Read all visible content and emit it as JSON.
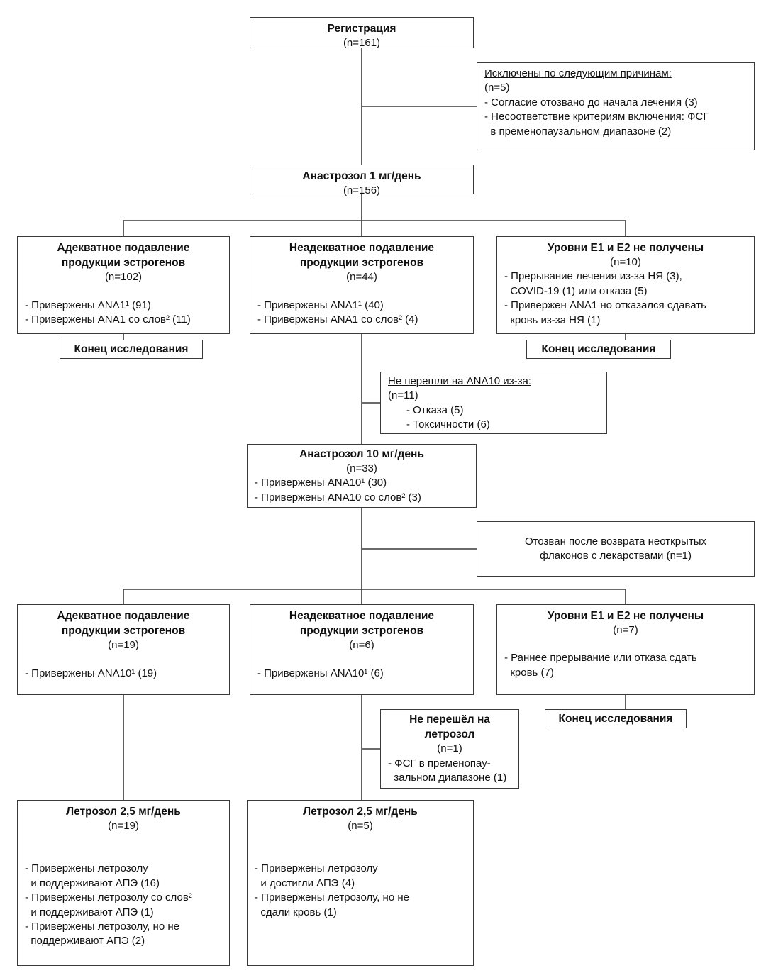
{
  "colors": {
    "line": "#3a3a3a",
    "box_border": "#3a3a3a",
    "background": "#ffffff",
    "text": "#111111"
  },
  "boxes": {
    "registration": {
      "title": "Регистрация",
      "n": "(n=161)"
    },
    "excluded": {
      "title": "Исключены по следующим причинам:",
      "n": "(n=5)",
      "items": [
        "- Согласие отозвано до начала лечения (3)",
        "- Несоответствие критериям включения: ФСГ\n  в пременопаузальном диапазоне (2)"
      ]
    },
    "ana1": {
      "title": "Анастрозол 1 мг/день",
      "n": "(n=156)"
    },
    "adequate1": {
      "title": "Адекватное подавление\nпродукции эстрогенов",
      "n": "(n=102)",
      "items": [
        "- Привержены ANA1¹ (91)",
        "- Привержены ANA1 со слов² (11)"
      ]
    },
    "inadequate1": {
      "title": "Неадекватное подавление\nпродукции эстрогенов",
      "n": "(n=44)",
      "items": [
        "- Привержены ANA1¹ (40)",
        "- Привержены ANA1 со слов² (4)"
      ]
    },
    "nolevels1": {
      "title": "Уровни Е1 и Е2 не получены",
      "n": "(n=10)",
      "items": [
        "- Прерывание лечения из-за НЯ (3),\n  COVID-19 (1) или отказа (5)",
        "- Привержен ANA1 но отказался сдавать\n  кровь из-за НЯ (1)"
      ]
    },
    "end1_left": {
      "label": "Конец исследования"
    },
    "end1_right": {
      "label": "Конец исследования"
    },
    "switch_refuse": {
      "title": "Не перешли на ANA10 из-за:",
      "n": "(n=11)",
      "items": [
        "- Отказа (5)",
        "- Токсичности (6)"
      ]
    },
    "ana10": {
      "title": "Анастрозол 10 мг/день",
      "n": "(n=33)",
      "items": [
        "- Привержены ANA10¹ (30)",
        "- Привержены ANA10 со слов² (3)"
      ]
    },
    "withdrawn": {
      "text": "Отозван после возврата неоткрытых\nфлаконов с лекарствами (n=1)"
    },
    "adequate2": {
      "title": "Адекватное подавление\nпродукции эстрогенов",
      "n": "(n=19)",
      "items": [
        "- Привержены ANA10¹ (19)"
      ]
    },
    "inadequate2": {
      "title": "Неадекватное подавление\nпродукции эстрогенов",
      "n": "(n=6)",
      "items": [
        "- Привержены ANA10¹ (6)"
      ]
    },
    "nolevels2": {
      "title": "Уровни Е1 и Е2 не получены",
      "n": "(n=7)",
      "items": [
        "- Раннее прерывание или отказа сдать\n  кровь (7)"
      ]
    },
    "end2_right": {
      "label": "Конец исследования"
    },
    "no_letrozole": {
      "title": "Не перешёл на\nлетрозол",
      "n": "(n=1)",
      "items": [
        "- ФСГ в пременопау-\n  зальном диапазоне (1)"
      ]
    },
    "letrozole_left": {
      "title": "Летрозол 2,5 мг/день",
      "n": "(n=19)",
      "items": [
        "- Привержены летрозолу\n  и поддерживают АПЭ (16)",
        "- Привержены летрозолу со слов²\n  и поддерживают АПЭ (1)",
        "- Привержены летрозолу, но не\n  поддерживают АПЭ (2)"
      ]
    },
    "letrozole_mid": {
      "title": "Летрозол 2,5 мг/день",
      "n": "(n=5)",
      "items": [
        "- Привержены летрозолу\n  и достигли АПЭ (4)",
        "- Привержены летрозолу, но не\n  сдали кровь (1)"
      ]
    }
  }
}
